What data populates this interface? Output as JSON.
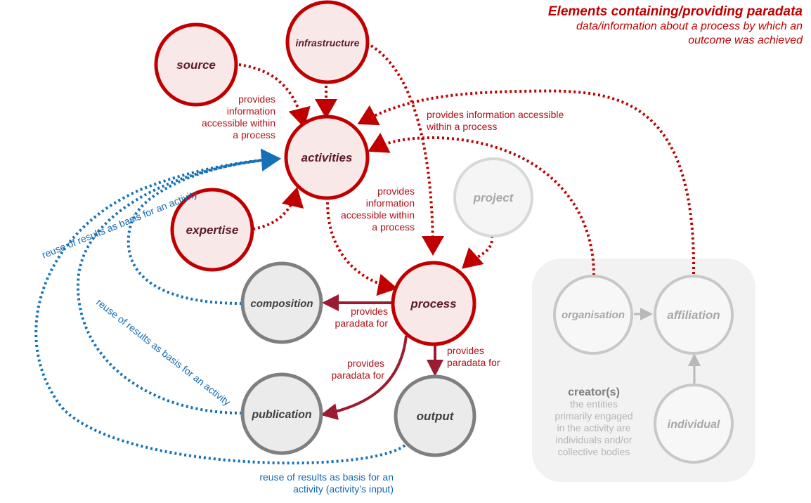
{
  "title": {
    "main": "Elements containing/providing paradata",
    "sub_line1": "data/information about a process by which an",
    "sub_line2": "outcome was achieved"
  },
  "colors": {
    "red": "#c00000",
    "dark_red": "#9b1b30",
    "blue": "#1570b8",
    "gray": "#808080",
    "light_gray": "#c8c8c8"
  },
  "nodes": {
    "source": "source",
    "infrastructure": "infrastructure",
    "activities": "activities",
    "expertise": "expertise",
    "project": "project",
    "process": "process",
    "composition": "composition",
    "publication": "publication",
    "output": "output",
    "organisation": "organisation",
    "affiliation": "affiliation",
    "individual": "individual"
  },
  "creators": {
    "title": "creator(s)",
    "desc": [
      "the entities",
      "primarily engaged",
      "in the activity are",
      "individuals and/or",
      "collective bodies"
    ]
  },
  "edge_labels": {
    "provides_info_1": [
      "provides",
      "information",
      "accessible within",
      "a process"
    ],
    "provides_info_2": [
      "provides information accessible",
      "within a process"
    ],
    "provides_info_3": [
      "provides",
      "information",
      "accessible within",
      "a process"
    ],
    "paradata_composition": [
      "provides",
      "paradata for"
    ],
    "paradata_publication": [
      "provides",
      "paradata for"
    ],
    "paradata_output": [
      "provides",
      "paradata for"
    ],
    "reuse_1": "reuse of results as basis for an activity",
    "reuse_2": "reuse of results as basis for an activity",
    "reuse_3": [
      "reuse of results as basis for an",
      "activity (activity’s input)"
    ]
  }
}
